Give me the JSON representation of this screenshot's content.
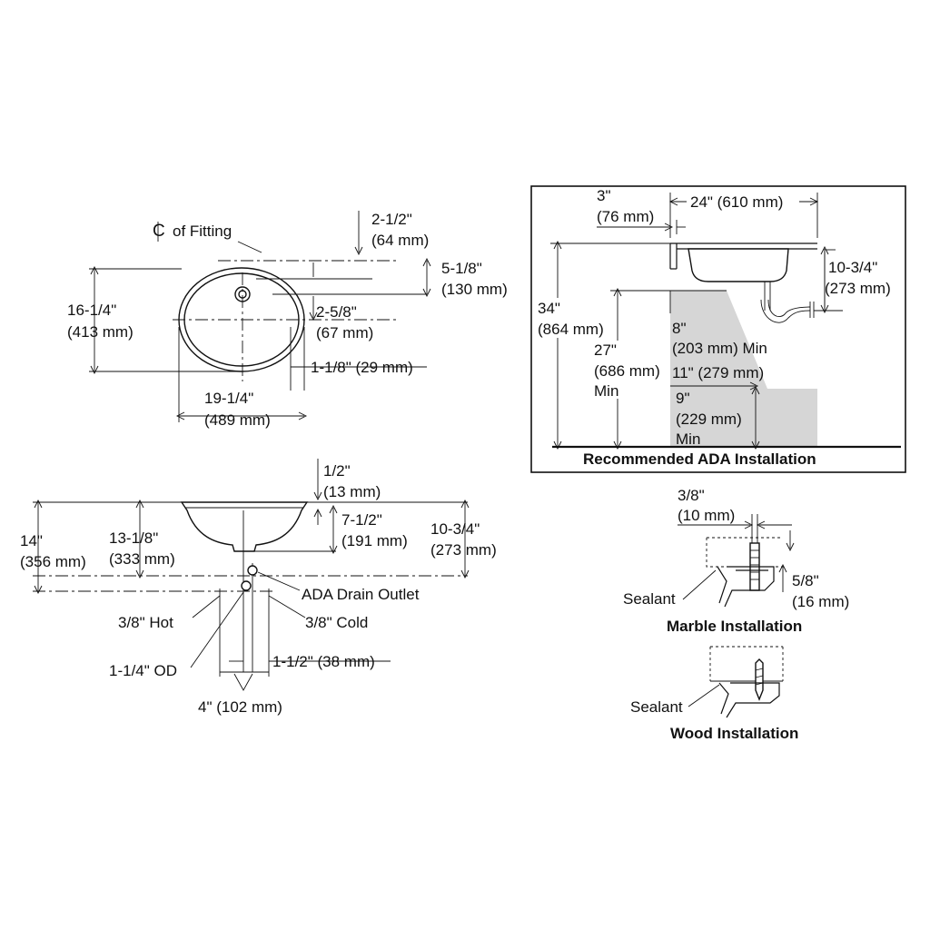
{
  "top_view": {
    "cl_label": "of Fitting",
    "dim_a": "2-1/2\"",
    "dim_a_mm": "(64 mm)",
    "dim_b": "5-1/8\"",
    "dim_b_mm": "(130 mm)",
    "dim_c": "2-5/8\"",
    "dim_c_mm": "(67 mm)",
    "dim_d": "16-1/4\"",
    "dim_d_mm": "(413 mm)",
    "dim_e": "1-1/8\" (29 mm)",
    "dim_f": "19-1/4\"",
    "dim_f_mm": "(489 mm)"
  },
  "side_view": {
    "dim_a": "1/2\"",
    "dim_a_mm": "(13 mm)",
    "dim_b": "14\"",
    "dim_b_mm": "(356 mm)",
    "dim_c": "13-1/8\"",
    "dim_c_mm": "(333 mm)",
    "dim_d": "7-1/2\"",
    "dim_d_mm": "(191 mm)",
    "dim_e": "10-3/4\"",
    "dim_e_mm": "(273 mm)",
    "ada_drain": "ADA Drain Outlet",
    "hot": "3/8\" Hot",
    "cold": "3/8\" Cold",
    "od": "1-1/4\" OD",
    "dim_f": "1-1/2\" (38 mm)",
    "dim_g": "4\" (102 mm)"
  },
  "ada": {
    "title": "Recommended ADA Installation",
    "dim_a": "3\"",
    "dim_a_mm": "(76 mm)",
    "dim_b": "24\" (610 mm)",
    "dim_c": "10-3/4\"",
    "dim_c_mm": "(273 mm)",
    "dim_d": "34\"",
    "dim_d_mm": "(864 mm)",
    "dim_e": "8\"",
    "dim_e_mm": "(203 mm) Min",
    "dim_f": "27\"",
    "dim_f_mm": "(686 mm)",
    "dim_f_min": "Min",
    "dim_g": "11\" (279 mm)",
    "dim_h": "9\"",
    "dim_h_mm": "(229 mm)",
    "dim_h_min": "Min"
  },
  "marble": {
    "title": "Marble Installation",
    "dim_a": "3/8\"",
    "dim_a_mm": "(10 mm)",
    "dim_b": "5/8\"",
    "dim_b_mm": "(16 mm)",
    "sealant": "Sealant"
  },
  "wood": {
    "title": "Wood Installation",
    "sealant": "Sealant"
  }
}
